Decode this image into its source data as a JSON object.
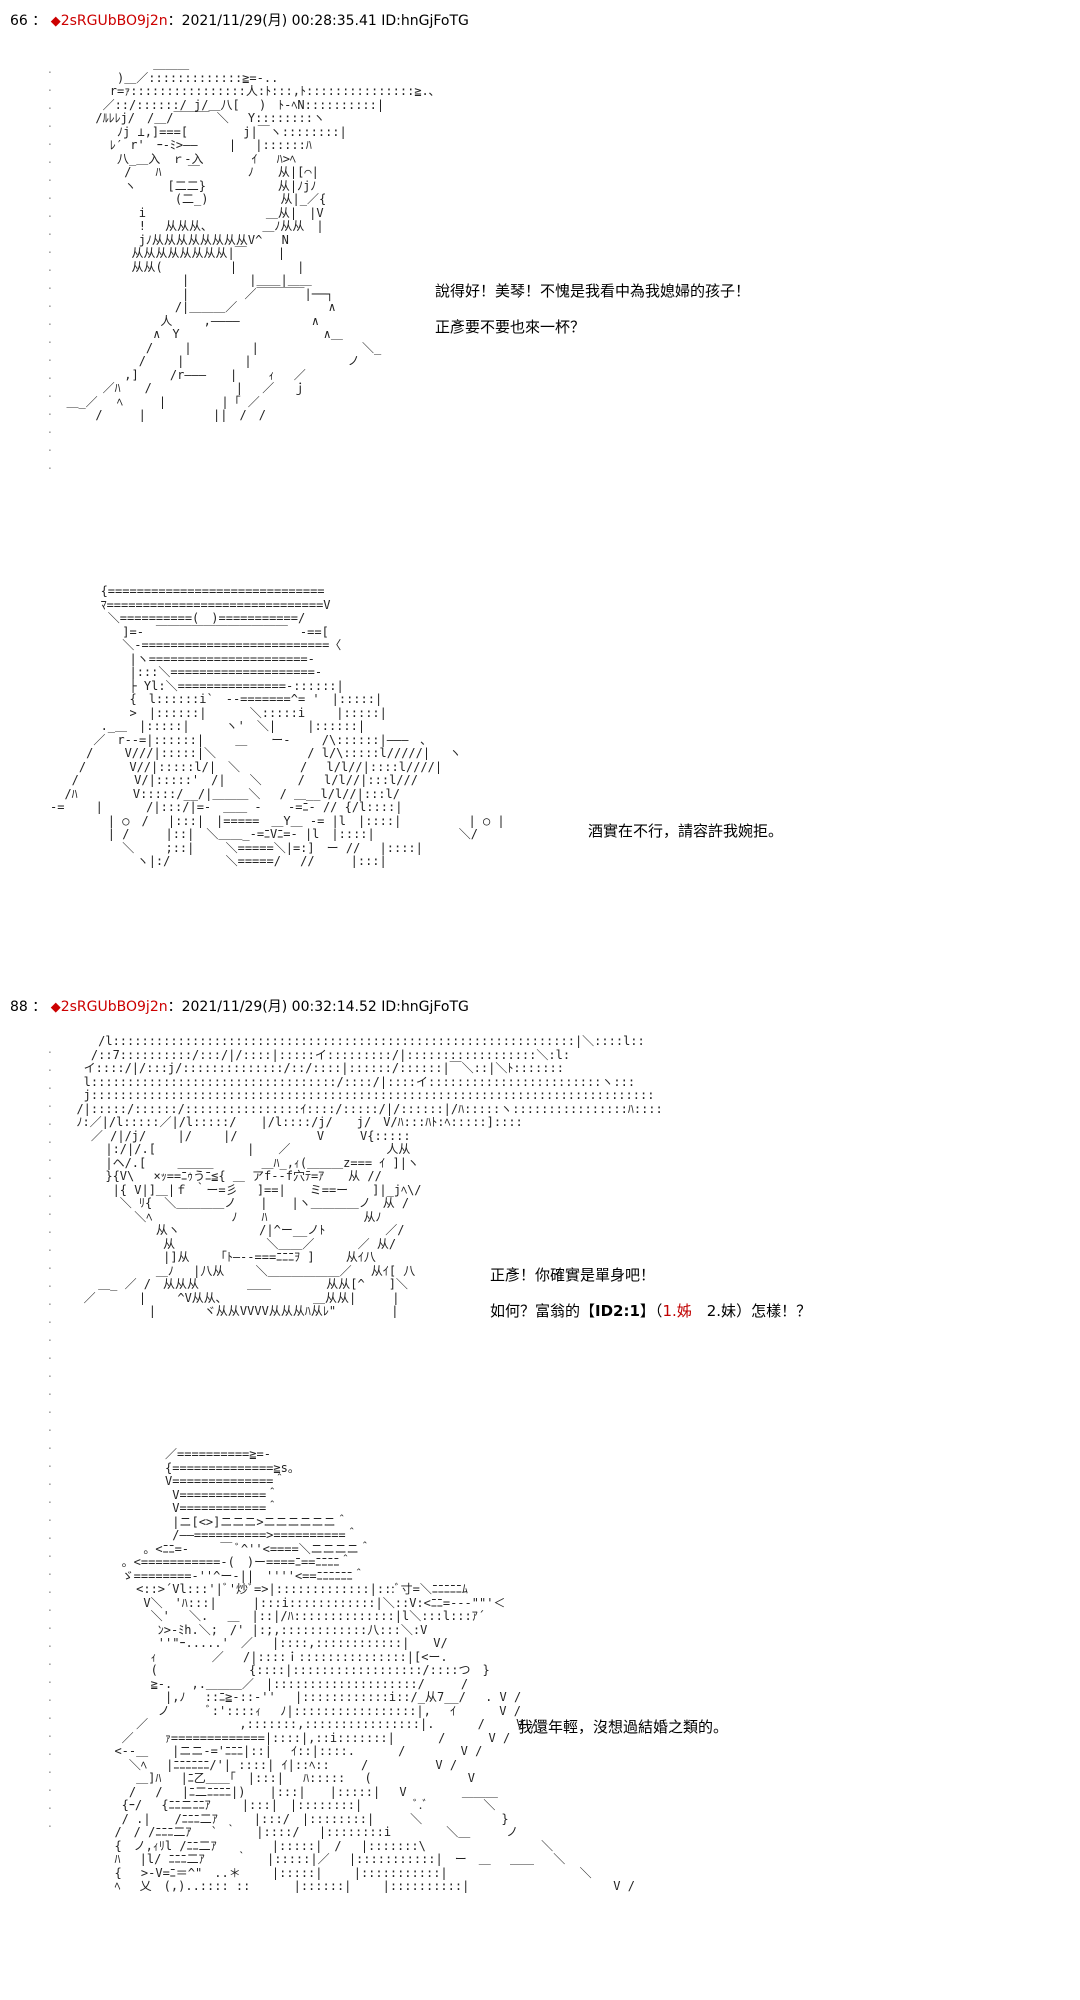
{
  "posts": [
    {
      "number": "66",
      "sep": "：",
      "trip": "2sRGUbBO9j2n",
      "date": "：2021/11/29(月) 00:28:35.41 ID:hnGjFoTG",
      "lines": [
        "說得好！美琴！不愧是我看中為我媳婦的孩子！",
        "正彥要不要也來一杯？"
      ],
      "line2": "酒實在不行，請容許我婉拒。"
    },
    {
      "number": "88",
      "sep": "：",
      "trip": "2sRGUbBO9j2n",
      "date": "：2021/11/29(月) 00:32:14.52 ID:hnGjFoTG",
      "line1": "正彥！你確實是單身吧！",
      "line2_prefix": "如何？富翁的【",
      "line2_id": "ID2:1",
      "line2_mid": "】（",
      "line2_opt1": "1.姊",
      "line2_gap": "　2.妹",
      "line2_suffix": "）怎樣！？",
      "line3": "我還年輕，沒想過結婚之類的。"
    }
  ],
  "art": {
    "a1": "              ＿＿＿\n         )＿／:::::::::::::≧=-..\n        r=ｧ::::::::::::::::人:ﾄ:::,ﾄ:::::::::::::::≧.､\n       ／::/::::::/ j/＿八[ 　)　ﾄ-ﾍN::::::::::|\n      /ﾙﾚﾚj/　/＿/￣￣￣ ＼　 Y::::::::ヽ\n         ﾉj ⊥,]===[　　　　 j|￣ヽ::::::::|\n        ﾚ′ r'　ｰ-ﾐ>――　　 |　 |::::::ﾊ\n         八_＿入　ｒ‐入　　　　ｲ　 ﾊ>ﾍ\n          /　　ﾊ　  ￣　　　　ﾉ　　从|[⌒|\n          ヽ　　 [二二}　　　　　　从|ﾉjﾉ\n                 (二_)　　　　　　从|_／{\n            i　　　　　　　　　　＿从|　|V\n            !　 从从从､　　　　 ＿ﾉ从从　|\n            jﾉ从从从从从从从从V^　 N\n           从从从从从从从从|￣　　 |\n           从从(　　　　　 |　　　　　|\n                  |　　　　　|＿＿|＿＿\n                  |　　　　 ／￣￣￣￣|──┐\n                 /|＿＿＿／　　　　　　　 ∧\n               人　　 ,――――　　　　　　∧\n              ∧　Y　　　　　　　　　　　　∧＿\n             /　　 |　　　　　|　　　　　　　　 ＼_\n            /　　 |　　　　　|　　　　　　　　ノ\n          ,]　　 /r―――　　|　　 ｨ　 ／\n       ／ﾊ　　/　　　　　　　|　 ／　 ｊ\n  ＿_／　 ﾍ　　　|　　　　 |「 ／\n      /　　　|　　　　　 ||　/　/",
    "a2": "       {==============================\n       ﾏ==============================V\n        ＼==========(　)===========/\n          ]=-　￣￣￣￣￣￣￣￣￣￣￣　-==[\n          ＼-==========================〈\n           |ヽ======================-\n           |:::＼====================-\n           ├ Yl:＼===============-::::::|\n           {　l::::::i`　--=======^= '　|:::::|\n           >　|::::::|　　　 ＼:::::i　　 |:::::|\n       ._＿　|:::::|　　　ヽ'　＼|　　 |::::::|\n      ／　r--=|::::::|　　 ＿　　ー-　　 /\\::::::|―――　､\n     /　　 V///|:::::|＼　　　　　　　 / l/\\:::::l/////|　 ヽ\n    /　　　 V//|:::::l/|　＼　　　　　/　 l/l//|::::l////|\n   /　　　　 V/|:::::'　/|　　＼　　　/　 l/l//|:::l///\n  /ﾊ　　　　 V:::::/__/|＿＿＿＼　 / ＿__l/l//|:::l/\n-=　　 |　　　 /|:::/|=-　＿＿ - 　 -=ﾆ- // {/l::::|\n        | ○　/　 |:::|　|=====　＿Y＿ -= |l　|::::|　　　　　 | ○ |\n        | /　　　|::|　＼＿＿_-=ﾆVﾆ=- |l　|::::|　　　　　　　＼/\n          ＼　　 ;::|　　 ＼=====＼|=:]　ー // 　|::::|\n            ヽ|:/　　　　 ＼=====/　 //　　　|:::|",
    "a3": "     /l::::::::::::::::::::::::::::::::::::::::::::::::::::::::::::::::|＼::::l::\n    /::7::::::::::/:::/|/::::|:::::イ:::::::::/|::::::::::::::::::＼:l:\n   イ::::/|/:::j/::::::::::::::/::/::::|::::::/::::::|￣＼::|＼ﾄ:::::::\n   l::::::::::::::::::::::::::::::::::/::::/|::::イ::::::::::::::::::::::::ヽ:::\n   j::::::::::::::::::::::::::::::::::::::::::::::::::::::::::::::::::::::::::::::\n  /|:::::/::::::/::::::::::::::::ｲ::::/:::::/|/::::::|/ﾊ:::::ヽ::::::::::::::::ﾊ::::\n  ﾉ:／|/l:::::／|/l:::::/　　|/l::::/j/　　j/　V/ﾊ:::ﾊﾄ:ﾍ:::::]::::\n    ／ /|/j/　　 |/　　 |/　　　　 　　V　　　V{:::::\n      |:/|/.[　　　　　　　 |　　／　　　　　　　　人从\n      |ヘ/.[　　 ＿＿＿　　　　＿ﾊ_,ｨ(＿＿＿z=== ｲ ]|ヽ\n      }{V\\　 ×ｯ==ﾆｩうﾆ≦{ ＿ アf--f穴ﾃ=ｱ　　从 //\n       |{ V|]＿|ｆ ｀ー=彡　 ]==|　　ミ==ー　　]|_jﾍ\\/\n        ＼ ﾘ{　＼＿＿＿＿ノ　　|　　|ヽ＿＿＿＿ノ　从 /\n          ＼ﾍ　　　　　　 ﾉ　　ﾊ　　　　　　　　从ﾉ\n             从ヽ　　　　　　 /|^ー__ノﾄ　　　　　／/\n              从　　　　　　　 ＼＿＿／　　　 ／ 从/\n              |]从　　 ｢ﾄ―--===ﾆﾆﾆｦ ]　　 从ｲ八\n             ＿ﾉ　 |八从　　 ＼＿＿＿＿＿＿／　 从ｲ[ 八\n     ＿_ ／ /　从从从　　　　＿＿　　　　 从从[^　　]＼\n   ／　　　 |　　 ^V从从､　　　　　　　 ＿从从|　　　|\n            |　　　　ヾ从从VVVV从从从ﾊ从ﾚ\"　　　　 |",
    "a4": "         ／==========≧=-\n         {==============≧s。\n         V==============＾\n          V============＾\n          V============＾\n          |ニ[<>]ニニニ>ニニニニニニ＾\n          /――==========>==========＾\n      。<ﾆﾆ=-　　 ￣ ﾞ^''<====＼ニニニニ＾\n   。<===========-(　)ー====ﾆ==ﾆﾆﾆﾆ＾\n   ゞ========-''^ー-||　''''<==ﾆﾆﾆﾆﾆﾆ＾\n     <::>´Vl:::'|ﾞ'炒ﾞ=>|:::::::::::::|:::ﾞ寸=＼ﾆﾆﾆﾆﾆﾑ\n      V＼　'ﾊ:::|　　　|:::i::::::::::::|＼::V:<ﾆﾆ=---\"\"'＜\n       ＼'　 ＼.　 ＿　|::|/ﾊ::::::::::::::|l＼:::l:::ｱ´\n        ﾝ>-ﾐh.＼;　/' |:;,::::::::::::八:::＼:V\n        ''\"ｰ.....'　／　 |::::,::::::::::::|　　V/\n       ｨ　　　　 ／　 /|::::ｉ:::::::::::::::|[<ー.\n       (　　　　　　　 {::::|::::::::::::::::::/::::つ　}\n       ≧-.　 ,.＿＿＿／　|::::::::::::::::::::/　　　/\n         |,ﾉ　 ::ﾆ≧-::-''　 |::::::::::::i::/_从7__/　 . V /\n        ノ　　　ﾞ:'::::ｨ　 ﾉ|:::::::::::::::::|,　 ｲ　　　 V /\n     ／　　　　　　　 ,:::::::,::::::::::::::::|.　　　 /　　 V /\n   ／　　 ｧ=============|::::|,::i:::::::|　　　 /　　　 V /\n  <--＿　　|ニニ-='ﾆﾆﾆ|::|　 ｲ::|::::.　　　 /　　　　 V /\n    ＼ﾍ　 |ﾆﾆﾆﾆﾆﾆ/'| ::::| ｲ|::ﾍ::　　 /　　　　　 V /\n     ＿]ﾊ　 |ﾆ乙＿＿｢　|:::|　 ﾊ:::::　 (　　　　　　　　V\n    /　 /　 |ﾆ二ﾆﾆﾆﾆ|)　　|:::|　　|:::::|　 V　　　　 ＿＿＿\n   {ｰ/　 {ﾆﾆニﾆﾆｱ　　 |:::|　|::::::::|　　　　 ﾞ.ﾞ　　　　 ＼\n   / .|　　/ﾆﾆﾆ二ｱ　　　|:::/　|::::::::|　　　＼　　　　　　 }\n  /　/ /ﾆﾆﾆ二ｱ　 ` ｀　 |::::/　 |::::::::i　　　　 ＼＿　　　ノ\n  {　ノ,ｨﾘl /ﾆﾆ二ｱ　　　　 |:::::|　/　 |:::::::\\　　　　　　　　　 ＼\n  ﾊ　 |l/ ﾆﾆﾆ二ｱ　　 ｀　 |:::::|／　 |:::::::::::|　ー　＿　 ＿＿　 ＼\n  {　 >-V=ﾆ＝^\"　..＊　　 |:::::|　　 |:::::::::::|　　　　　　　　　　　＼\n  ﾍ　 乂　(,)..:::: ::　　　 |::::::|　　 |::::::::::|　　　　　　　　　　　　V /"
  }
}
